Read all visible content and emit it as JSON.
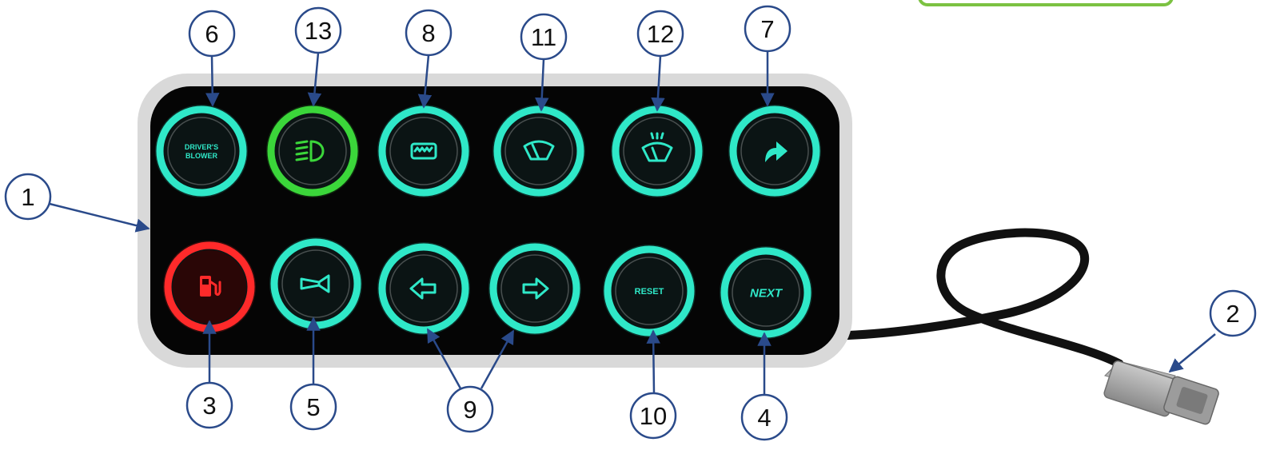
{
  "callouts": [
    {
      "number": "1"
    },
    {
      "number": "2"
    },
    {
      "number": "3"
    },
    {
      "number": "4"
    },
    {
      "number": "5"
    },
    {
      "number": "6"
    },
    {
      "number": "7"
    },
    {
      "number": "8"
    },
    {
      "number": "9"
    },
    {
      "number": "10"
    },
    {
      "number": "11"
    },
    {
      "number": "12"
    },
    {
      "number": "13"
    }
  ],
  "keypad": {
    "buttons": [
      {
        "icon": "drivers-blower-icon",
        "label": "DRIVER'S BLOWER",
        "color": "#2fe8c8"
      },
      {
        "icon": "headlight-icon",
        "label": "",
        "color": "#3bd63a"
      },
      {
        "icon": "rear-defrost-icon",
        "label": "",
        "color": "#2fe8c8"
      },
      {
        "icon": "wiper-icon",
        "label": "",
        "color": "#2fe8c8"
      },
      {
        "icon": "washer-wiper-icon",
        "label": "",
        "color": "#2fe8c8"
      },
      {
        "icon": "turn-right-arrow-icon",
        "label": "",
        "color": "#2fe8c8"
      },
      {
        "icon": "fuel-pump-icon",
        "label": "",
        "color": "#ff2a2a"
      },
      {
        "icon": "horn-icon",
        "label": "",
        "color": "#2fe8c8"
      },
      {
        "icon": "left-arrow-icon",
        "label": "",
        "color": "#2fe8c8"
      },
      {
        "icon": "right-arrow-icon",
        "label": "",
        "color": "#2fe8c8"
      },
      {
        "icon": "reset-text-icon",
        "label": "RESET",
        "color": "#2fe8c8"
      },
      {
        "icon": "next-text-icon",
        "label": "NEXT",
        "color": "#2fe8c8"
      }
    ]
  },
  "colors": {
    "arrow": "#2a4a8a",
    "bezel": "#d9d9d9",
    "panel": "#050505",
    "legend_box": "#7cc242",
    "connector": "#a9a9a9"
  }
}
